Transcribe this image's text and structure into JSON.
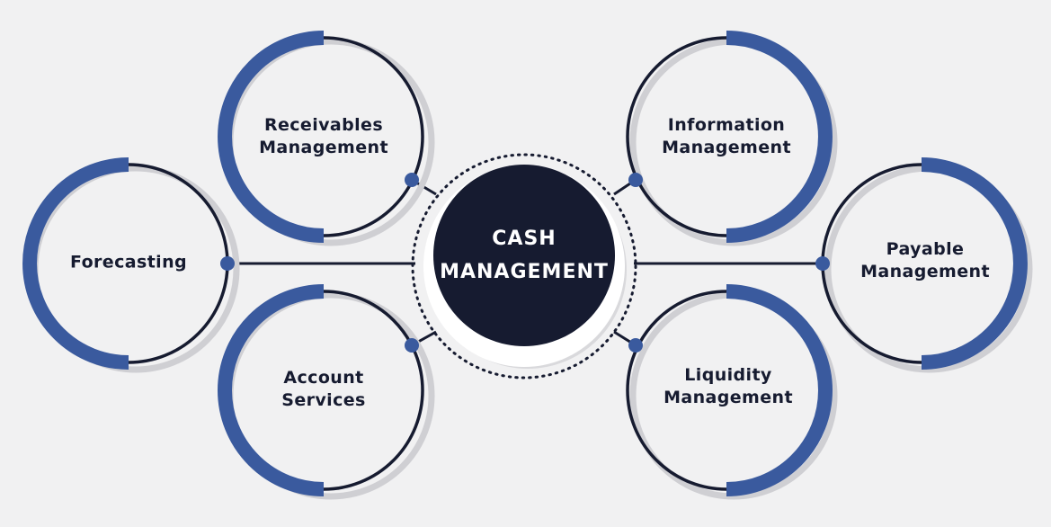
{
  "center": {
    "line1": "CASH",
    "line2": "MANAGEMENT"
  },
  "nodes": {
    "receivables": {
      "line1": "Receivables",
      "line2": "Management"
    },
    "information": {
      "line1": "Information",
      "line2": "Management"
    },
    "forecasting": {
      "line1": "Forecasting"
    },
    "payable": {
      "line1": "Payable",
      "line2": "Management"
    },
    "account": {
      "line1": "Account",
      "line2": "Services"
    },
    "liquidity": {
      "line1": "Liquidity",
      "line2": "Management"
    }
  },
  "colors": {
    "background": "#f1f1f2",
    "accent_blue": "#3a5a9e",
    "navy": "#161b30",
    "shadow": "#cfcfd3"
  }
}
